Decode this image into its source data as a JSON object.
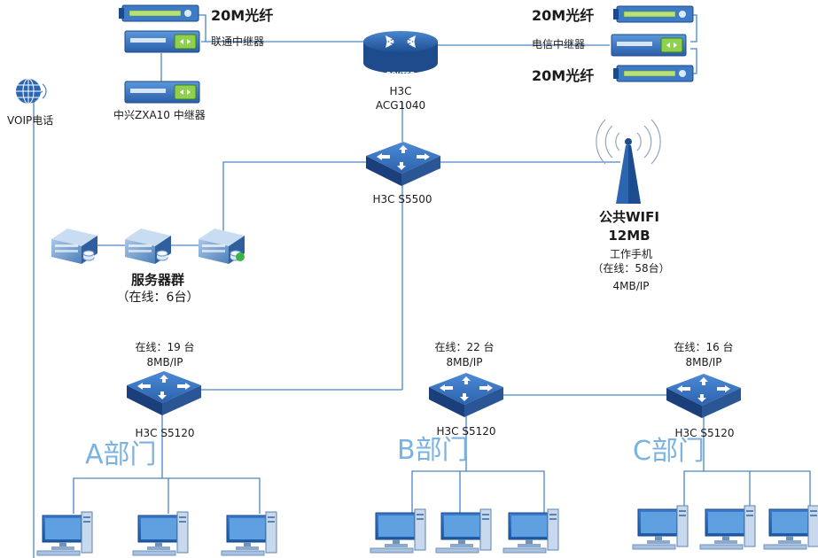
{
  "labels": {
    "fiber_tl": "20M光纤",
    "fiber_tr": "20M光纤",
    "fiber_br": "20M光纤",
    "unicom_repeater": "联通中继器",
    "telecom_repeater": "电信中继器",
    "zte_repeater": "中兴ZXA10 中继器",
    "voip": "VOIP电话",
    "router_tag": "ROUTER",
    "router_name_1": "H3C",
    "router_name_2": "ACG1040",
    "core_switch": "H3C S5500",
    "wifi_title_1": "公共WIFI",
    "wifi_title_2": "12MB",
    "wifi_sub_1": "工作手机",
    "wifi_sub_2": "（在线：58台）",
    "wifi_sub_3": "4MB/IP",
    "server_title": "服务器群",
    "server_sub": "（在线：6台）",
    "a_online": "在线：19 台",
    "a_rate": "8MB/IP",
    "a_switch": "H3C S5120",
    "a_dept": "A部门",
    "b_online": "在线：22 台",
    "b_rate": "8MB/IP",
    "b_switch": "H3C S5120",
    "b_dept": "B部门",
    "c_online": "在线：16 台",
    "c_rate": "8MB/IP",
    "c_switch": "H3C S5120",
    "c_dept": "C部门"
  },
  "icons": {
    "router": "router-icon",
    "switch": "switch-icon",
    "server": "server-icon",
    "pc": "desktop-pc-icon",
    "antenna": "wifi-antenna-icon",
    "globe": "voip-globe-icon",
    "repeater": "repeater-icon",
    "fiber": "fiber-module-icon"
  },
  "colors": {
    "line": "#4a86c5",
    "device": "#1f4e8c",
    "device_light": "#3d78c1",
    "dept_text": "#7bb3e0"
  }
}
